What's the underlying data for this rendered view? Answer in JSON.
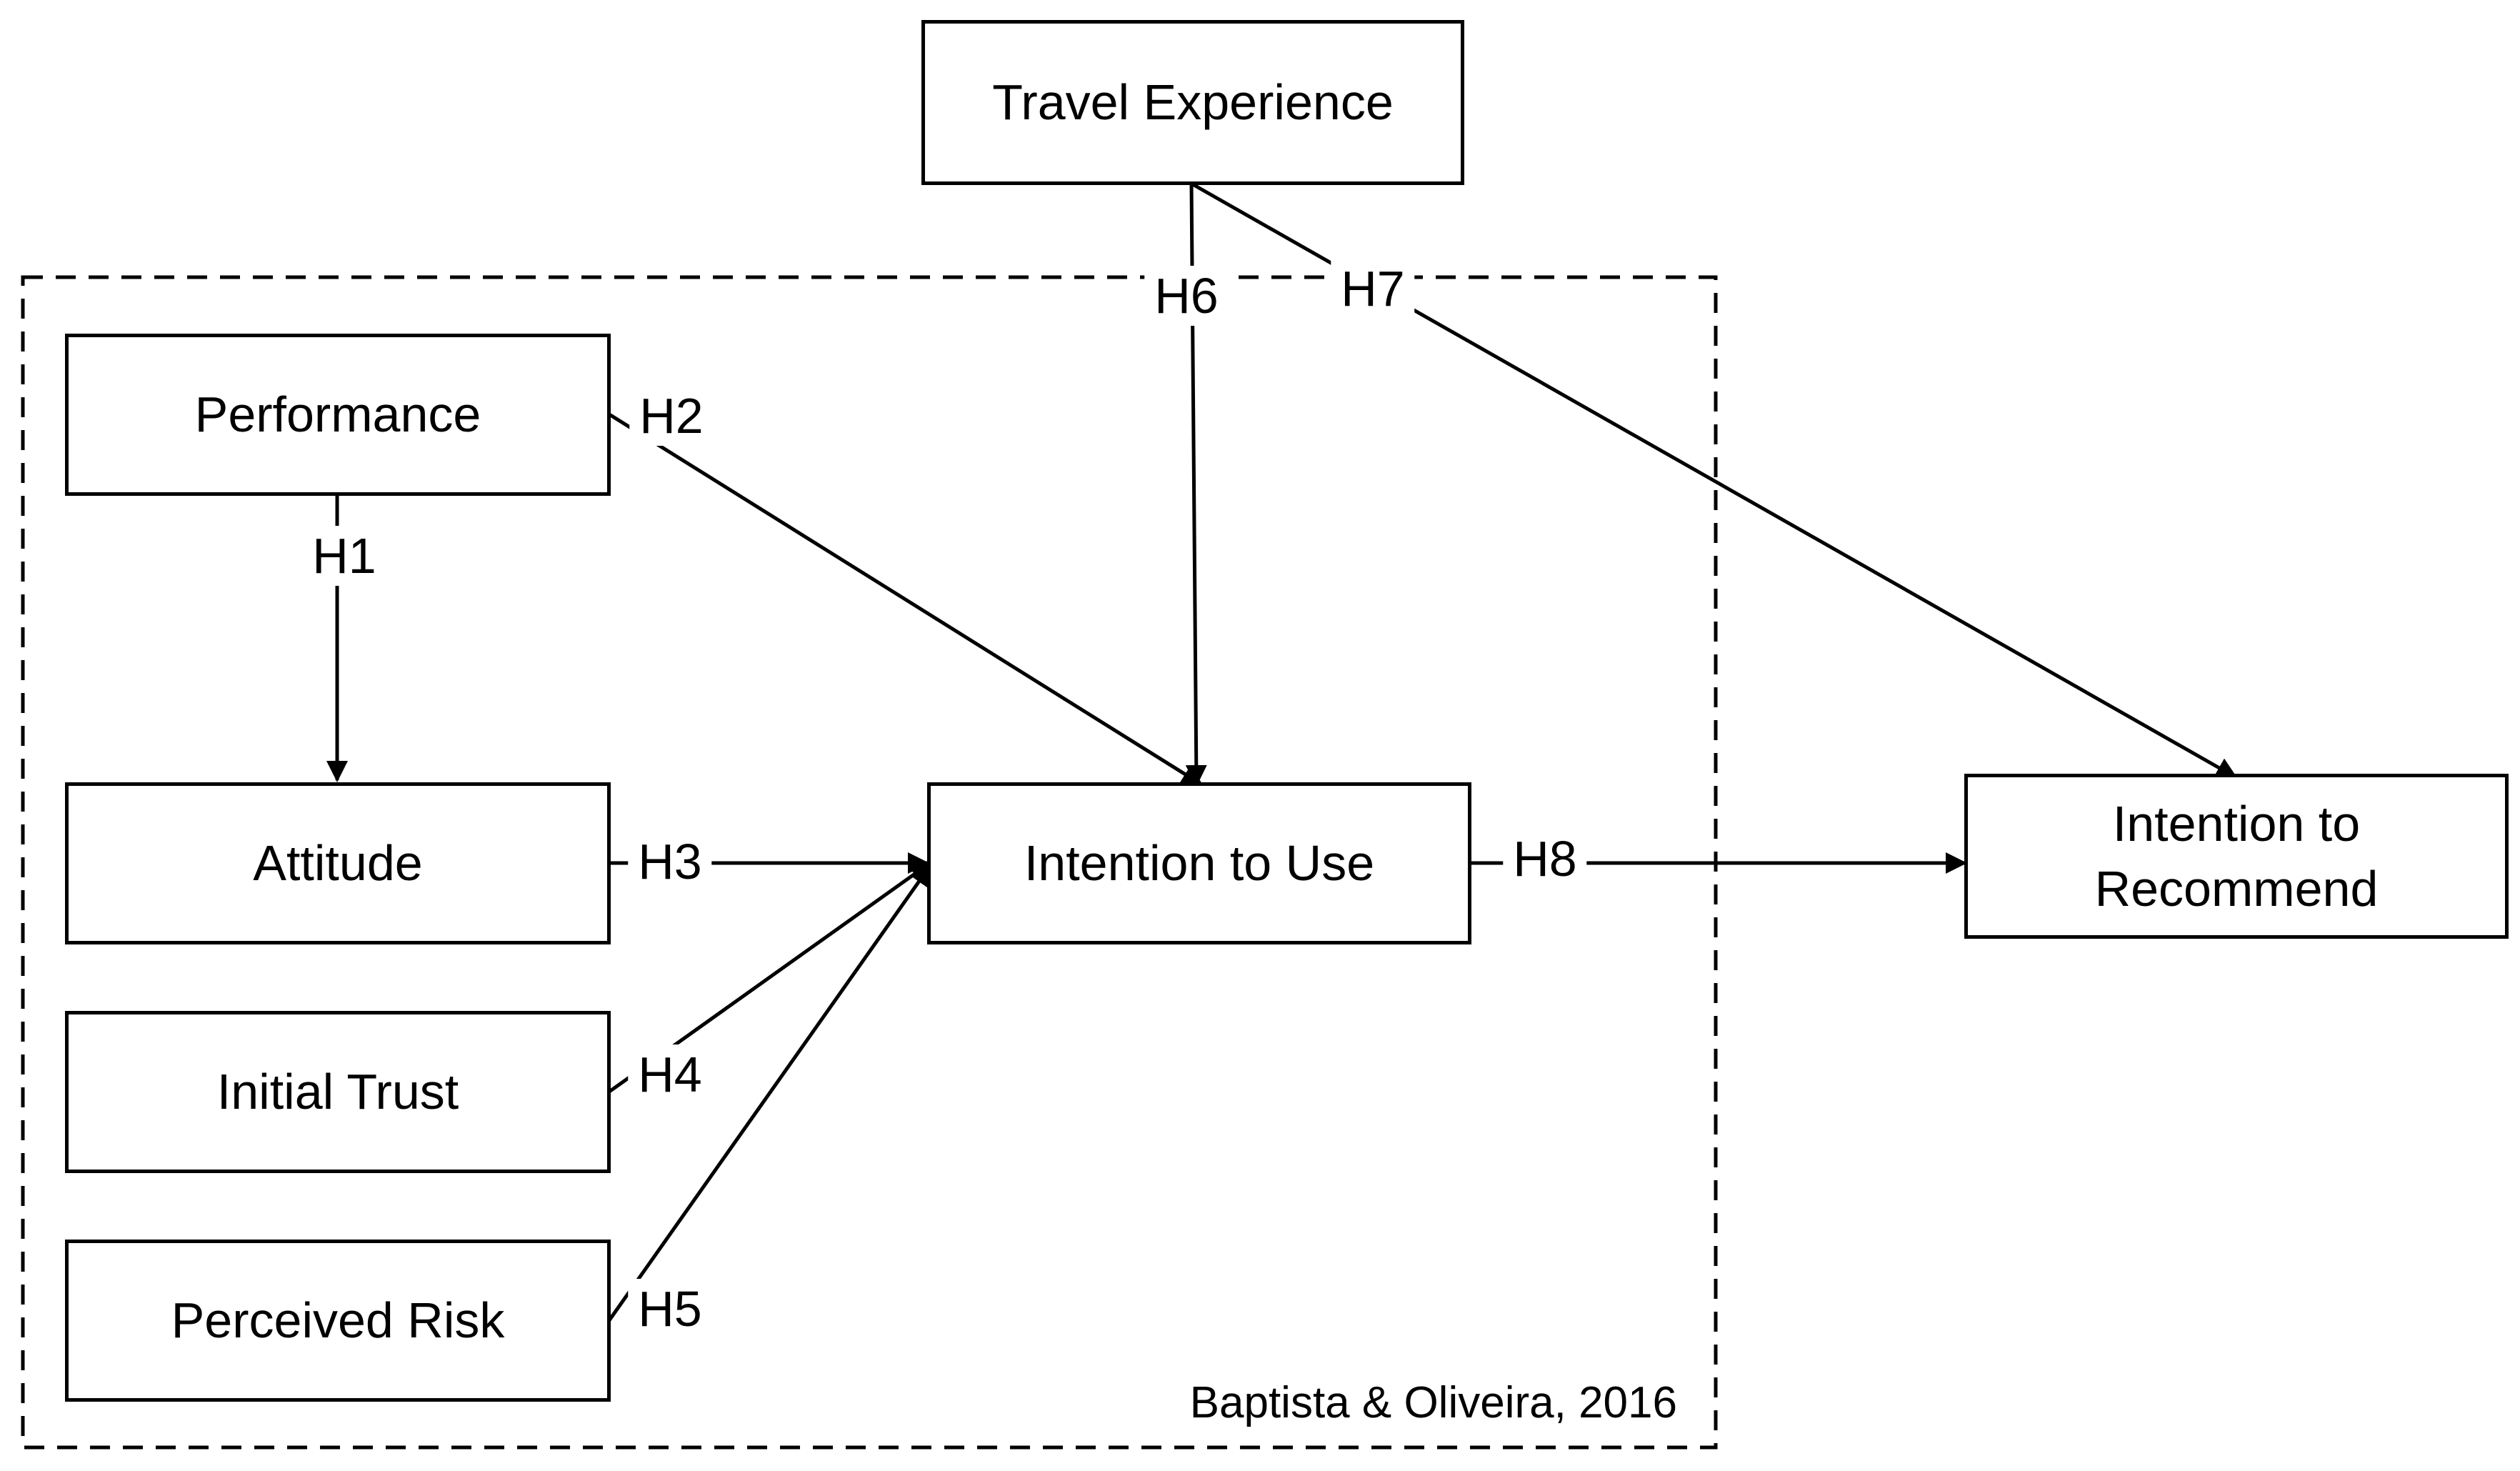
{
  "nodes": {
    "travel_experience": "Travel Experience",
    "performance": "Performance",
    "attitude": "Attitude",
    "initial_trust": "Initial Trust",
    "perceived_risk": "Perceived Risk",
    "intention_to_use": "Intention to Use",
    "intention_to_recommend": "Intention to Recommend"
  },
  "hypotheses": {
    "h1": "H1",
    "h2": "H2",
    "h3": "H3",
    "h4": "H4",
    "h5": "H5",
    "h6": "H6",
    "h7": "H7",
    "h8": "H8"
  },
  "citation": "Baptista & Oliveira, 2016"
}
